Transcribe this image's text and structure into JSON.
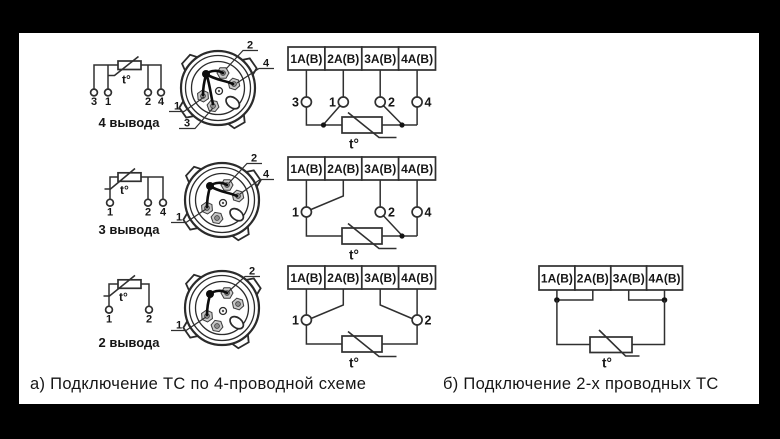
{
  "colors": {
    "frame": "#000000",
    "paper": "#ffffff",
    "line": "#303030",
    "ink": "#161616"
  },
  "captions": {
    "a": "а) Подключение ТС по 4-проводной схеме",
    "b": "б) Подключение 2-х проводных ТС"
  },
  "terminal_block_labels": [
    "1А(В)",
    "2А(В)",
    "3А(В)",
    "4А(В)"
  ],
  "temp_symbol": "t°",
  "sensor_variants": [
    {
      "label": "4 вывода",
      "terminal_numbers": [
        "3",
        "1",
        "2",
        "4"
      ]
    },
    {
      "label": "3 вывода",
      "terminal_numbers": [
        "1",
        "2",
        "4"
      ]
    },
    {
      "label": "2 вывода",
      "terminal_numbers": [
        "1",
        "2"
      ]
    }
  ],
  "connector_pin_labels": [
    [
      "1",
      "2",
      "3",
      "4"
    ],
    [
      "1",
      "2",
      "4"
    ],
    [
      "1",
      "2"
    ]
  ],
  "wiring_contact_numbers": [
    [
      "3",
      "1",
      "2",
      "4"
    ],
    [
      "1",
      "2",
      "4"
    ],
    [
      "1",
      "2"
    ]
  ]
}
